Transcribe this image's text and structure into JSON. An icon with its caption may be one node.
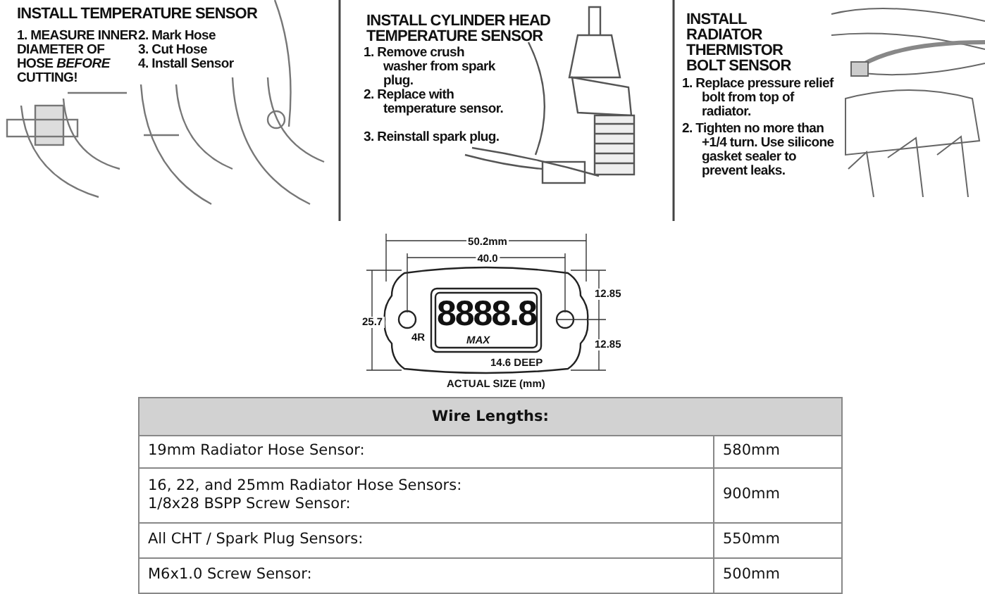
{
  "diagram": {
    "labels": [
      "INSTALL TEMPERATURE SENSOR",
      "1. MEASURE INNER DIAMETER OF HOSE *BEFORE* CUTTING!",
      "2. Mark Hose",
      "3. Cut Hose",
      "4. Install Sensor",
      "INSTALL CYLINDER HEAD TEMPERATURE SENSOR",
      "1. Remove crush washer from spark plug.",
      "2. Replace with temperature sensor.",
      "3. Reinstall spark plug.",
      "INSTALL RADIATOR THERMISTOR BOLT SENSOR",
      "1. Replace pressure relief bolt from top of radiator.",
      "2. Tighten no more than +1/4 turn. Use silicone gasket sealer to prevent leaks.",
      "50.2mm",
      "40.0",
      "25.7",
      "12.85",
      "12.85",
      "8888.8",
      "4R",
      "MAX",
      "14.6 DEEP",
      "ACTUAL SIZE (mm)",
      "Wire Lengths:",
      "19mm Radiator Hose Sensor:",
      "580mm",
      "16, 22, and 25mm Radiator Hose Sensors:",
      "1/8x28 BSPP Screw Sensor:",
      "900mm",
      "All CHT / Spark Plug Sensors:",
      "550mm",
      "M6x1.0 Screw Sensor:",
      "500mm"
    ]
  }
}
